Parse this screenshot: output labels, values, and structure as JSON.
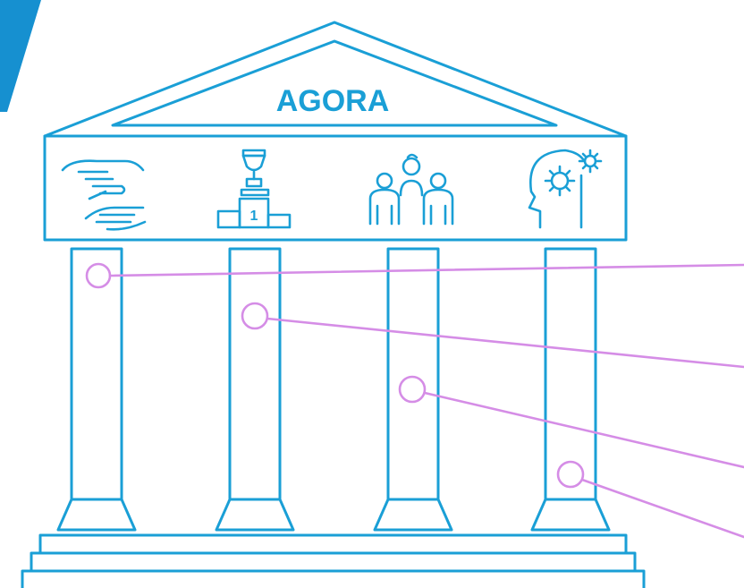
{
  "temple": {
    "title": "AGORA",
    "stroke_color": "#1a9fd6",
    "accent_color": "#1690d0"
  },
  "icons": [
    {
      "name": "hands-giving-icon"
    },
    {
      "name": "trophy-podium-icon",
      "label": "1"
    },
    {
      "name": "people-group-icon"
    },
    {
      "name": "head-gears-icon"
    }
  ],
  "connectors": {
    "color": "#d58de6",
    "count": 4
  }
}
